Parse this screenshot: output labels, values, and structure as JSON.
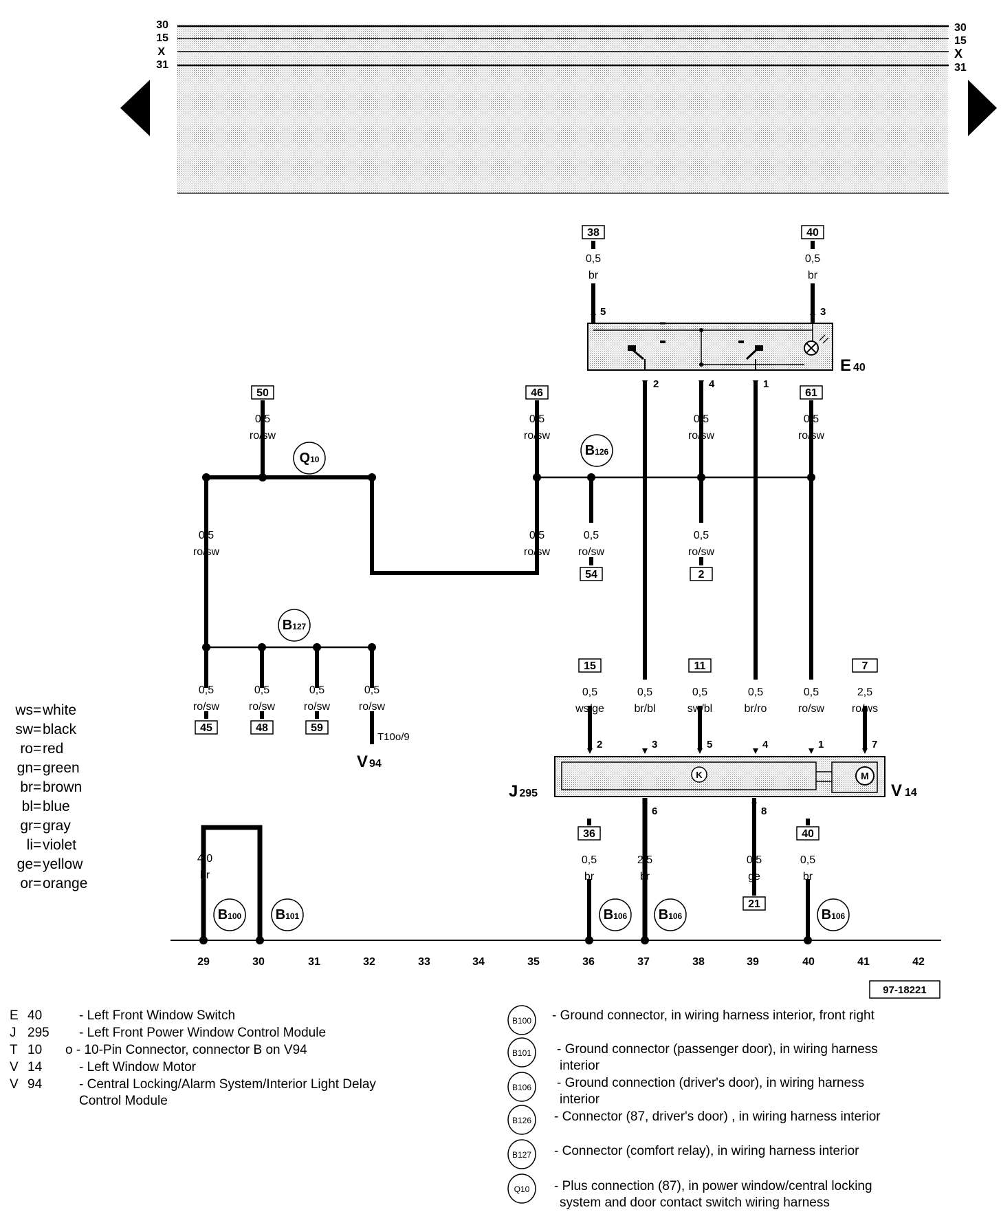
{
  "bus_labels": [
    "30",
    "15",
    "X",
    "31"
  ],
  "document_number": "97-18221",
  "component_labels": {
    "E40": {
      "letter": "E",
      "sub": "40"
    },
    "J295": {
      "letter": "J",
      "sub": "295"
    },
    "V14": {
      "letter": "V",
      "sub": "14"
    },
    "V94": {
      "letter": "V",
      "sub": "94"
    }
  },
  "ground_connectors": {
    "Q10": {
      "letter": "Q",
      "sub": "10"
    },
    "B126": {
      "letter": "B",
      "sub": "126"
    },
    "B127": {
      "letter": "B",
      "sub": "127"
    },
    "B100a": {
      "letter": "B",
      "sub": "100"
    },
    "B101a": {
      "letter": "B",
      "sub": "101"
    },
    "B106a": {
      "letter": "B",
      "sub": "106"
    },
    "B106b": {
      "letter": "B",
      "sub": "106"
    },
    "B106c": {
      "letter": "B",
      "sub": "106"
    }
  },
  "wire_refs": {
    "r38": "38",
    "r40top": "40",
    "r50": "50",
    "r46": "46",
    "r61": "61",
    "r54": "54",
    "r2": "2",
    "r45": "45",
    "r48": "48",
    "r59": "59",
    "r15": "15",
    "r11": "11",
    "r7": "7",
    "r36": "36",
    "r40bot": "40",
    "r21": "21"
  },
  "wire_labels": {
    "w38": {
      "size": "0,5",
      "color": "br"
    },
    "w40top": {
      "size": "0,5",
      "color": "br"
    },
    "w50": {
      "size": "0,5",
      "color": "ro/sw"
    },
    "w46": {
      "size": "0,5",
      "color": "ro/sw"
    },
    "wE4": {
      "size": "0,5",
      "color": "ro/sw"
    },
    "w61": {
      "size": "0,5",
      "color": "ro/sw"
    },
    "wL": {
      "size": "0,5",
      "color": "ro/sw"
    },
    "w46b": {
      "size": "0,5",
      "color": "ro/sw"
    },
    "w54": {
      "size": "0,5",
      "color": "ro/sw"
    },
    "w2": {
      "size": "0,5",
      "color": "ro/sw"
    },
    "w45": {
      "size": "0,5",
      "color": "ro/sw"
    },
    "w48": {
      "size": "0,5",
      "color": "ro/sw"
    },
    "w59": {
      "size": "0,5",
      "color": "ro/sw"
    },
    "wT10": {
      "size": "0,5",
      "color": "ro/sw"
    },
    "w15": {
      "size": "0,5",
      "color": "ws/ge"
    },
    "wbrbl": {
      "size": "0,5",
      "color": "br/bl"
    },
    "wswbl": {
      "size": "0,5",
      "color": "sw/bl"
    },
    "wbrro": {
      "size": "0,5",
      "color": "br/ro"
    },
    "wrosw": {
      "size": "0,5",
      "color": "ro/sw"
    },
    "wrows": {
      "size": "2,5",
      "color": "ro/ws"
    },
    "w40g": {
      "size": "4,0",
      "color": "br"
    },
    "w36": {
      "size": "0,5",
      "color": "br"
    },
    "w37": {
      "size": "2,5",
      "color": "br"
    },
    "w39": {
      "size": "0,5",
      "color": "ge"
    },
    "w40b": {
      "size": "0,5",
      "color": "br"
    }
  },
  "pins": {
    "e5": "5",
    "e3": "3",
    "e2": "2",
    "e4": "4",
    "e1": "1",
    "j2": "2",
    "j3": "3",
    "j5": "5",
    "j4": "4",
    "j1": "1",
    "j7": "7",
    "j6": "6",
    "j8": "8"
  },
  "t10_label": "T10o/9",
  "track_numbers": [
    "29",
    "30",
    "31",
    "32",
    "33",
    "34",
    "35",
    "36",
    "37",
    "38",
    "39",
    "40",
    "41",
    "42"
  ],
  "color_legend": [
    {
      "code": "ws",
      "name": "white"
    },
    {
      "code": "sw",
      "name": "black"
    },
    {
      "code": "ro",
      "name": "red"
    },
    {
      "code": "gn",
      "name": "green"
    },
    {
      "code": "br",
      "name": "brown"
    },
    {
      "code": "bl",
      "name": "blue"
    },
    {
      "code": "gr",
      "name": "gray"
    },
    {
      "code": "li",
      "name": "violet"
    },
    {
      "code": "ge",
      "name": "yellow"
    },
    {
      "code": "or",
      "name": "orange"
    }
  ],
  "component_legend": [
    {
      "letter": "E",
      "number": "40",
      "desc": "- Left Front Window Switch",
      "cont": ""
    },
    {
      "letter": "J",
      "number": "295",
      "desc": "- Left Front Power Window Control Module",
      "cont": ""
    },
    {
      "letter": "T",
      "number": "10",
      "desc": "o - 10-Pin Connector, connector B on V94",
      "cont": ""
    },
    {
      "letter": "V",
      "number": "14",
      "desc": "- Left Window Motor",
      "cont": ""
    },
    {
      "letter": "V",
      "number": "94",
      "desc": "- Central Locking/Alarm System/Interior Light Delay",
      "cont": "Control Module"
    }
  ],
  "connector_legend": [
    {
      "symbol": "B100",
      "desc": "- Ground connector, in wiring harness interior, front right",
      "cont": ""
    },
    {
      "symbol": "B101",
      "desc": "- Ground connector (passenger door), in wiring harness",
      "cont": "interior"
    },
    {
      "symbol": "B106",
      "desc": "- Ground connection (driver's door), in wiring harness",
      "cont": "interior"
    },
    {
      "symbol": "B126",
      "desc": "- Connector (87, driver's door) , in wiring harness interior",
      "cont": ""
    },
    {
      "symbol": "B127",
      "desc": "- Connector (comfort relay), in wiring harness interior",
      "cont": ""
    },
    {
      "symbol": "Q10",
      "desc": "- Plus connection (87), in power window/central locking",
      "cont": "system and door contact switch wiring harness"
    }
  ]
}
